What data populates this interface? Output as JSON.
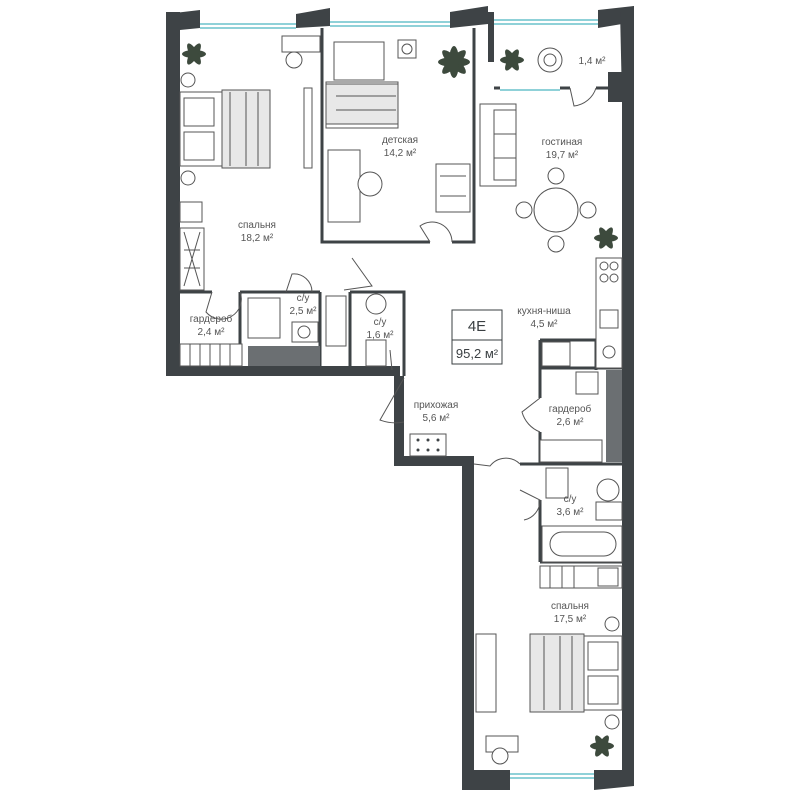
{
  "plan": {
    "unit": {
      "type": "4E",
      "area": "95,2 м²"
    },
    "rooms": [
      {
        "id": "bedroom-1",
        "name": "спальня",
        "area": "18,2 м²"
      },
      {
        "id": "kids-room",
        "name": "детская",
        "area": "14,2 м²"
      },
      {
        "id": "balcony",
        "name": "",
        "area": "1,4 м²"
      },
      {
        "id": "living-room",
        "name": "гостиная",
        "area": "19,7 м²"
      },
      {
        "id": "wardrobe-1",
        "name": "гардероб",
        "area": "2,4 м²"
      },
      {
        "id": "bathroom-1",
        "name": "с/у",
        "area": "2,5 м²"
      },
      {
        "id": "bathroom-2",
        "name": "с/у",
        "area": "1,6 м²"
      },
      {
        "id": "kitchen-niche",
        "name": "кухня-ниша",
        "area": "4,5 м²"
      },
      {
        "id": "hallway",
        "name": "прихожая",
        "area": "5,6 м²"
      },
      {
        "id": "wardrobe-2",
        "name": "гардероб",
        "area": "2,6 м²"
      },
      {
        "id": "bathroom-3",
        "name": "с/у",
        "area": "3,6 м²"
      },
      {
        "id": "bedroom-2",
        "name": "спальня",
        "area": "17,5 м²"
      }
    ],
    "colors": {
      "wall": "#3e4346",
      "window": "#8fd1d8",
      "plant": "#3d4a3d"
    }
  }
}
